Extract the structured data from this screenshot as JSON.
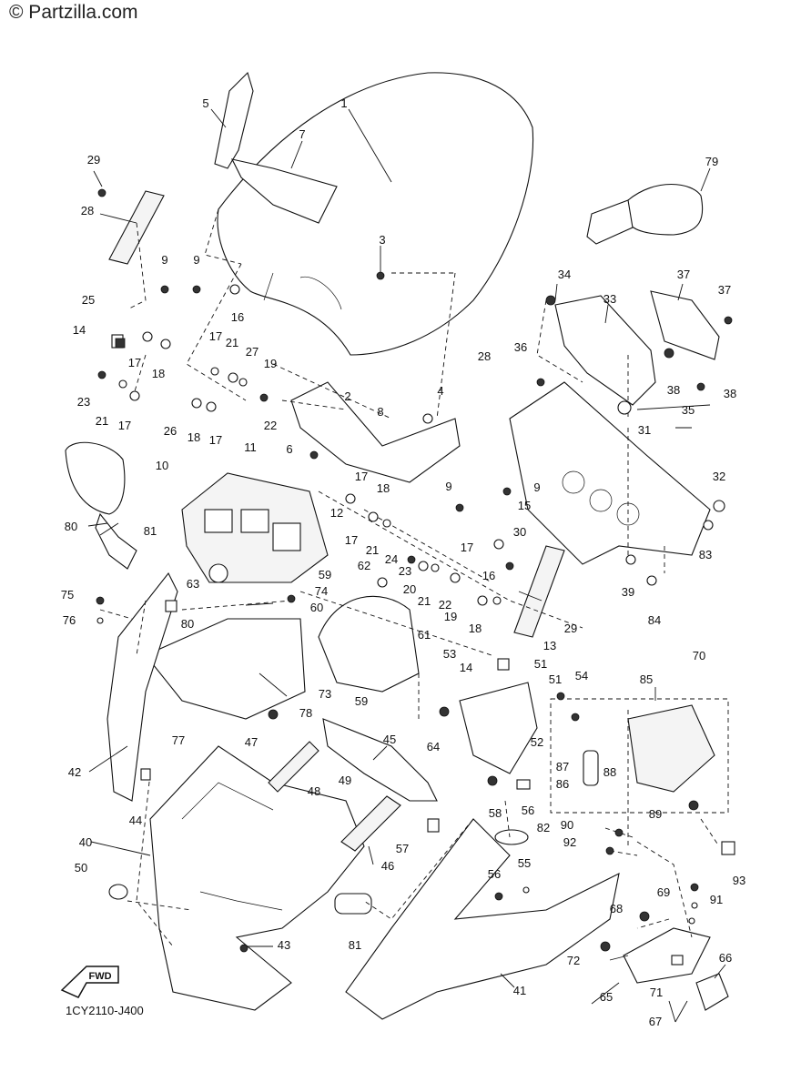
{
  "watermark": "© Partzilla.com",
  "diagram_code": "1CY2110-J400",
  "fwd_label": "FWD",
  "callouts": [
    {
      "id": "c1",
      "label": "1"
    },
    {
      "id": "c2",
      "label": "2"
    },
    {
      "id": "c3",
      "label": "3"
    },
    {
      "id": "c4",
      "label": "4"
    },
    {
      "id": "c5",
      "label": "5"
    },
    {
      "id": "c6",
      "label": "6"
    },
    {
      "id": "c7",
      "label": "7"
    },
    {
      "id": "c8",
      "label": "8"
    },
    {
      "id": "c9a",
      "label": "9"
    },
    {
      "id": "c9b",
      "label": "9"
    },
    {
      "id": "c9c",
      "label": "9"
    },
    {
      "id": "c9d",
      "label": "9"
    },
    {
      "id": "c10",
      "label": "10"
    },
    {
      "id": "c11",
      "label": "11"
    },
    {
      "id": "c12",
      "label": "12"
    },
    {
      "id": "c13",
      "label": "13"
    },
    {
      "id": "c14a",
      "label": "14"
    },
    {
      "id": "c14b",
      "label": "14"
    },
    {
      "id": "c15",
      "label": "15"
    },
    {
      "id": "c16a",
      "label": "16"
    },
    {
      "id": "c16b",
      "label": "16"
    },
    {
      "id": "c17a",
      "label": "17"
    },
    {
      "id": "c17b",
      "label": "17"
    },
    {
      "id": "c17c",
      "label": "17"
    },
    {
      "id": "c17d",
      "label": "17"
    },
    {
      "id": "c17e",
      "label": "17"
    },
    {
      "id": "c17f",
      "label": "17"
    },
    {
      "id": "c17g",
      "label": "17"
    },
    {
      "id": "c18a",
      "label": "18"
    },
    {
      "id": "c18b",
      "label": "18"
    },
    {
      "id": "c18c",
      "label": "18"
    },
    {
      "id": "c18d",
      "label": "18"
    },
    {
      "id": "c19a",
      "label": "19"
    },
    {
      "id": "c19b",
      "label": "19"
    },
    {
      "id": "c20",
      "label": "20"
    },
    {
      "id": "c21a",
      "label": "21"
    },
    {
      "id": "c21b",
      "label": "21"
    },
    {
      "id": "c21c",
      "label": "21"
    },
    {
      "id": "c21d",
      "label": "21"
    },
    {
      "id": "c22a",
      "label": "22"
    },
    {
      "id": "c22b",
      "label": "22"
    },
    {
      "id": "c23a",
      "label": "23"
    },
    {
      "id": "c23b",
      "label": "23"
    },
    {
      "id": "c24",
      "label": "24"
    },
    {
      "id": "c25",
      "label": "25"
    },
    {
      "id": "c26",
      "label": "26"
    },
    {
      "id": "c27",
      "label": "27"
    },
    {
      "id": "c28a",
      "label": "28"
    },
    {
      "id": "c28b",
      "label": "28"
    },
    {
      "id": "c29a",
      "label": "29"
    },
    {
      "id": "c29b",
      "label": "29"
    },
    {
      "id": "c30",
      "label": "30"
    },
    {
      "id": "c31",
      "label": "31"
    },
    {
      "id": "c32",
      "label": "32"
    },
    {
      "id": "c33",
      "label": "33"
    },
    {
      "id": "c34",
      "label": "34"
    },
    {
      "id": "c35",
      "label": "35"
    },
    {
      "id": "c36",
      "label": "36"
    },
    {
      "id": "c37a",
      "label": "37"
    },
    {
      "id": "c37b",
      "label": "37"
    },
    {
      "id": "c38a",
      "label": "38"
    },
    {
      "id": "c38b",
      "label": "38"
    },
    {
      "id": "c39",
      "label": "39"
    },
    {
      "id": "c40",
      "label": "40"
    },
    {
      "id": "c41",
      "label": "41"
    },
    {
      "id": "c42",
      "label": "42"
    },
    {
      "id": "c43",
      "label": "43"
    },
    {
      "id": "c44",
      "label": "44"
    },
    {
      "id": "c45",
      "label": "45"
    },
    {
      "id": "c46",
      "label": "46"
    },
    {
      "id": "c47",
      "label": "47"
    },
    {
      "id": "c48",
      "label": "48"
    },
    {
      "id": "c49",
      "label": "49"
    },
    {
      "id": "c50",
      "label": "50"
    },
    {
      "id": "c51a",
      "label": "51"
    },
    {
      "id": "c51b",
      "label": "51"
    },
    {
      "id": "c52",
      "label": "52"
    },
    {
      "id": "c53",
      "label": "53"
    },
    {
      "id": "c54",
      "label": "54"
    },
    {
      "id": "c55",
      "label": "55"
    },
    {
      "id": "c56a",
      "label": "56"
    },
    {
      "id": "c56b",
      "label": "56"
    },
    {
      "id": "c57",
      "label": "57"
    },
    {
      "id": "c58",
      "label": "58"
    },
    {
      "id": "c59a",
      "label": "59"
    },
    {
      "id": "c59b",
      "label": "59"
    },
    {
      "id": "c60",
      "label": "60"
    },
    {
      "id": "c61",
      "label": "61"
    },
    {
      "id": "c62",
      "label": "62"
    },
    {
      "id": "c63",
      "label": "63"
    },
    {
      "id": "c64",
      "label": "64"
    },
    {
      "id": "c65",
      "label": "65"
    },
    {
      "id": "c66",
      "label": "66"
    },
    {
      "id": "c67",
      "label": "67"
    },
    {
      "id": "c68",
      "label": "68"
    },
    {
      "id": "c69",
      "label": "69"
    },
    {
      "id": "c70",
      "label": "70"
    },
    {
      "id": "c71",
      "label": "71"
    },
    {
      "id": "c72",
      "label": "72"
    },
    {
      "id": "c73",
      "label": "73"
    },
    {
      "id": "c74",
      "label": "74"
    },
    {
      "id": "c75",
      "label": "75"
    },
    {
      "id": "c76",
      "label": "76"
    },
    {
      "id": "c77",
      "label": "77"
    },
    {
      "id": "c78",
      "label": "78"
    },
    {
      "id": "c79",
      "label": "79"
    },
    {
      "id": "c80a",
      "label": "80"
    },
    {
      "id": "c80b",
      "label": "80"
    },
    {
      "id": "c81a",
      "label": "81"
    },
    {
      "id": "c81b",
      "label": "81"
    },
    {
      "id": "c82",
      "label": "82"
    },
    {
      "id": "c83",
      "label": "83"
    },
    {
      "id": "c84",
      "label": "84"
    },
    {
      "id": "c85",
      "label": "85"
    },
    {
      "id": "c86",
      "label": "86"
    },
    {
      "id": "c87",
      "label": "87"
    },
    {
      "id": "c88",
      "label": "88"
    },
    {
      "id": "c89",
      "label": "89"
    },
    {
      "id": "c90",
      "label": "90"
    },
    {
      "id": "c91",
      "label": "91"
    },
    {
      "id": "c92",
      "label": "92"
    },
    {
      "id": "c93",
      "label": "93"
    }
  ]
}
